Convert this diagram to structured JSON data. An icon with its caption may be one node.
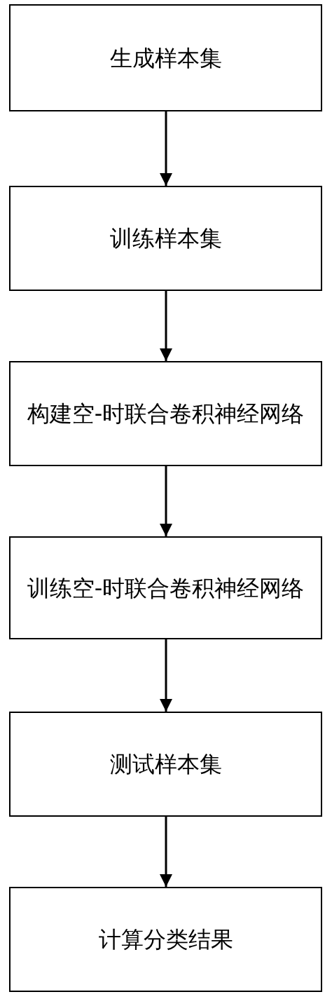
{
  "diagram": {
    "nodes": [
      {
        "text": [
          "生成样本集"
        ]
      },
      {
        "text": [
          "训练样本集"
        ]
      },
      {
        "text": [
          "构建空-时联合卷积神经网络"
        ]
      },
      {
        "text": [
          "训练空-时联合卷积神经网络"
        ]
      },
      {
        "text": [
          "测试样本集"
        ]
      },
      {
        "text": [
          "计算分类结果"
        ]
      }
    ],
    "edges": [
      {
        "from": 0,
        "to": 1,
        "arrow": "to"
      },
      {
        "from": 1,
        "to": 2,
        "arrow": "to"
      },
      {
        "from": 2,
        "to": 3,
        "arrow": "to"
      },
      {
        "from": 3,
        "to": 4,
        "arrow": "to"
      },
      {
        "from": 4,
        "to": 5,
        "arrow": "to"
      }
    ]
  }
}
